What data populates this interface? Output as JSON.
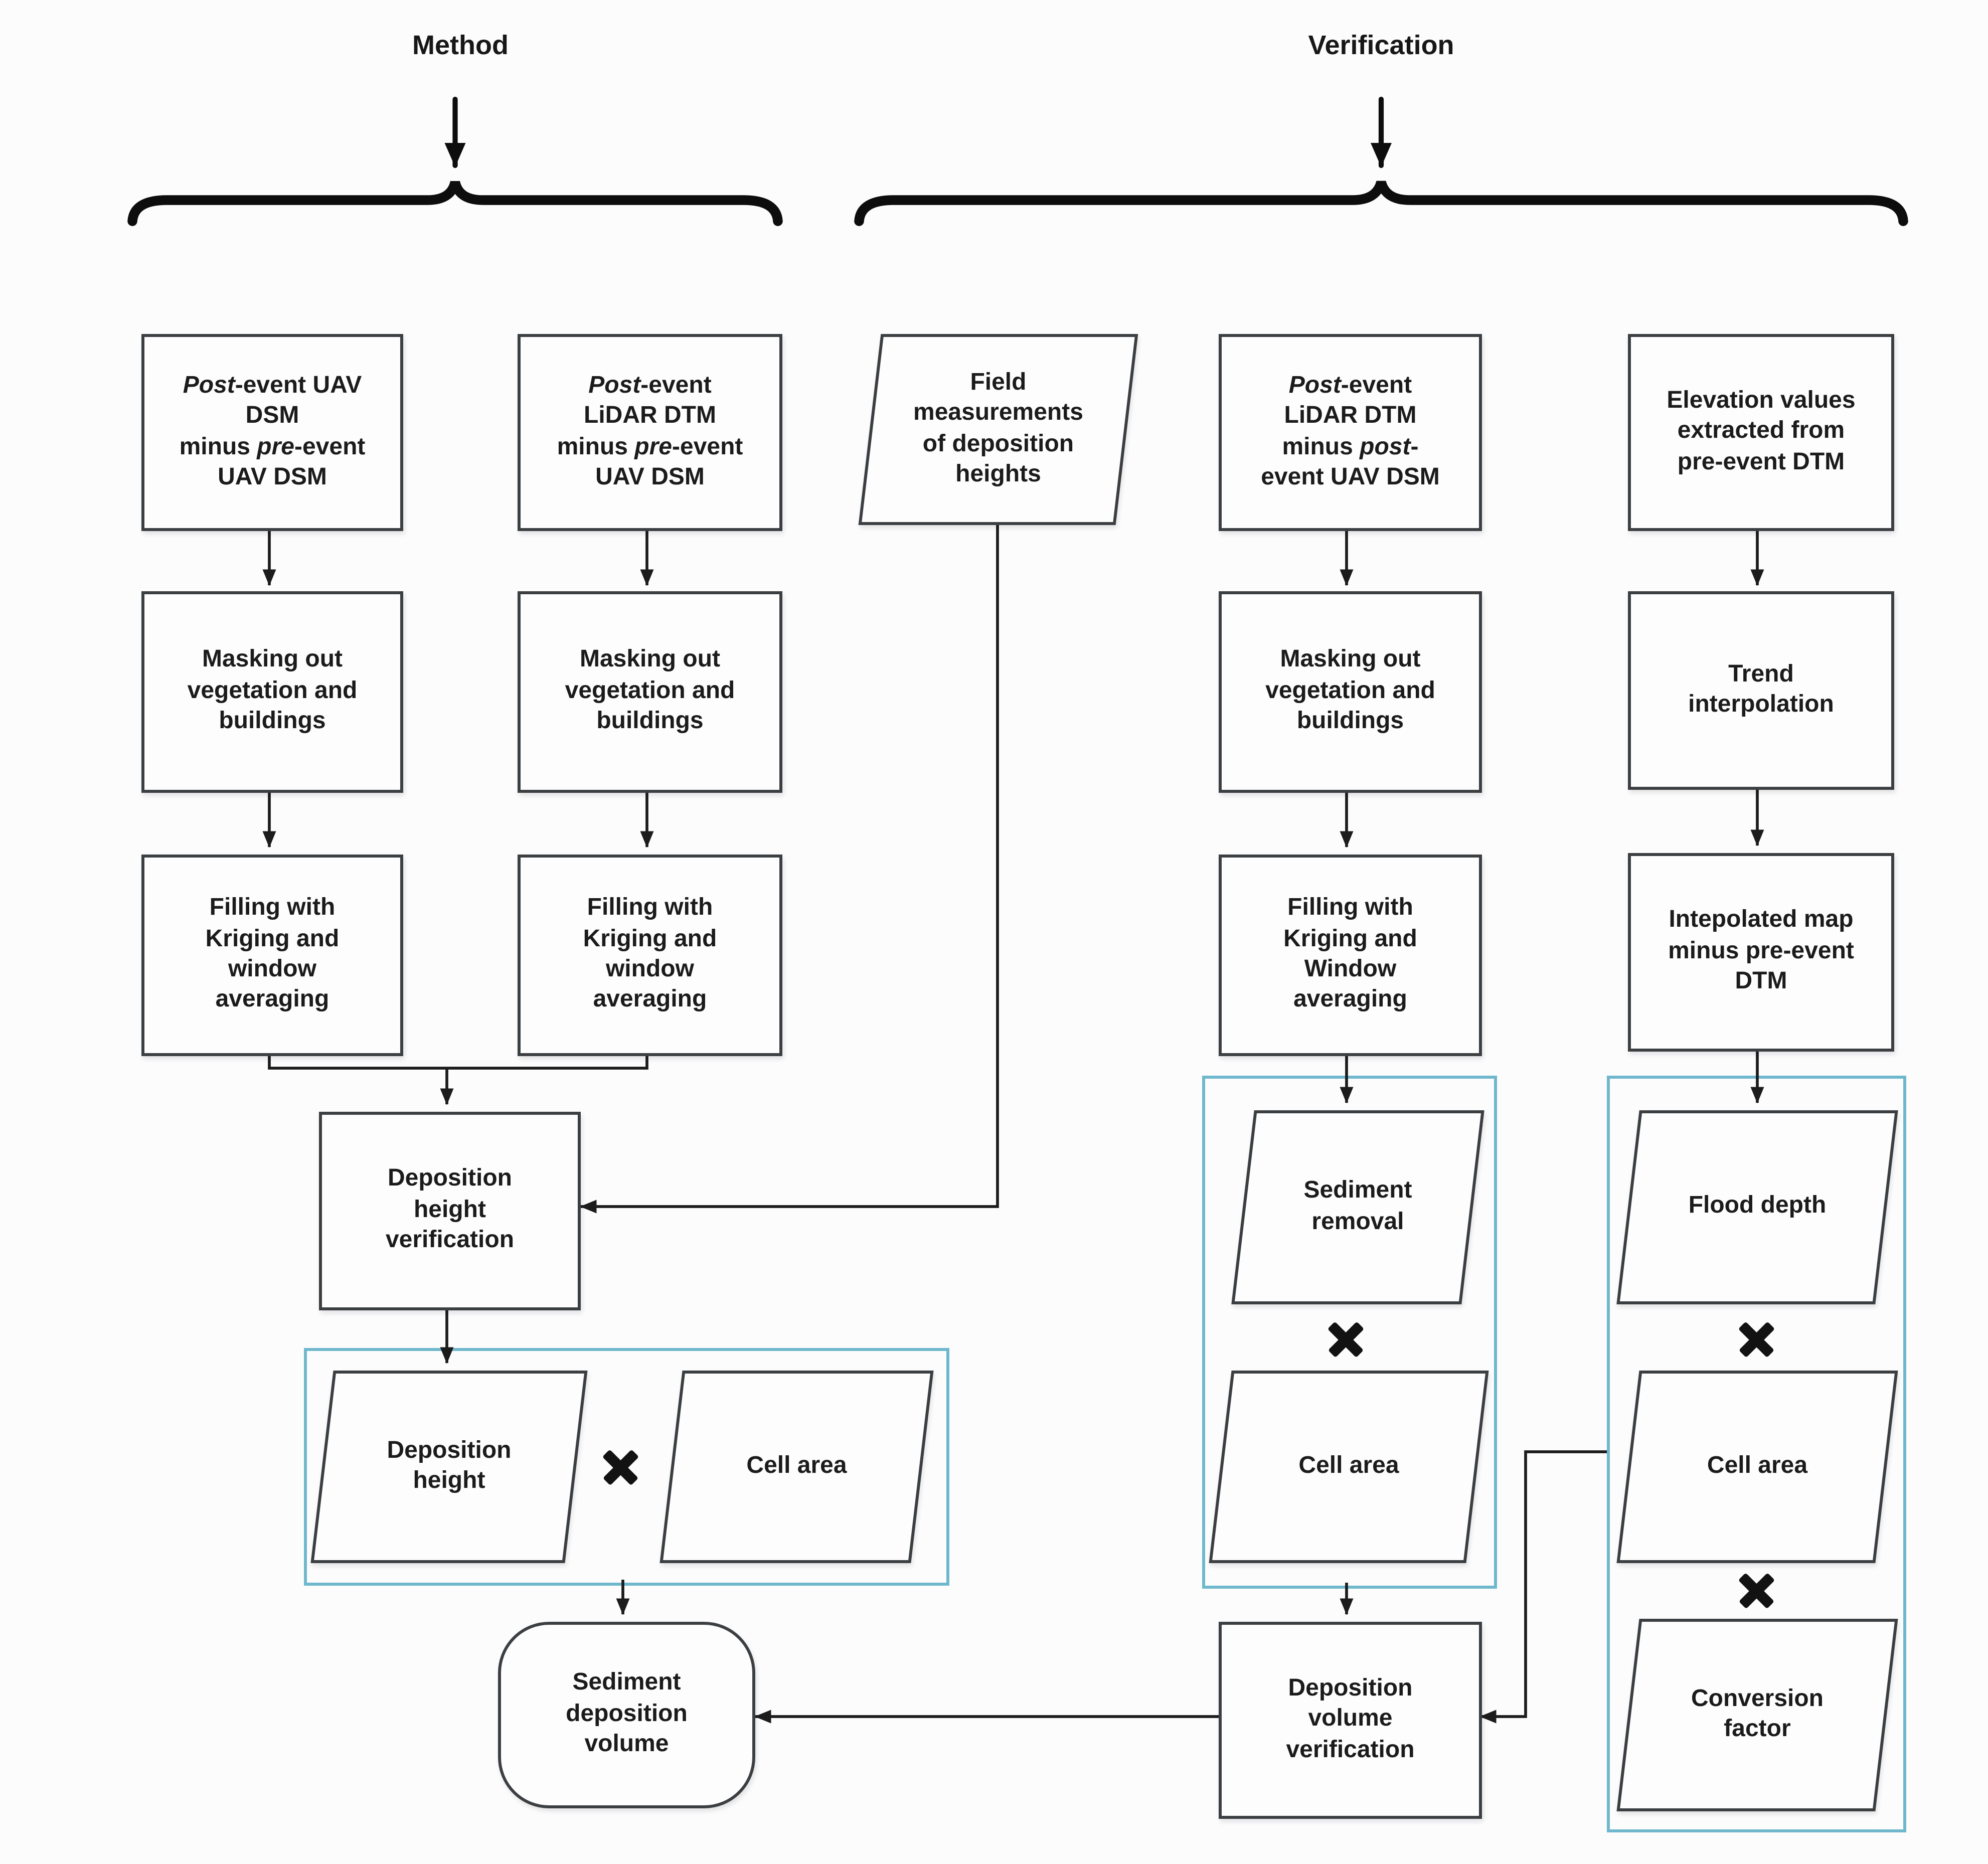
{
  "icons": {
    "multiply": "✖",
    "down_arrow": "↓",
    "brace": "curly-brace"
  },
  "colors": {
    "highlight_border": "#6fb7cc",
    "box_border": "#3c3f42",
    "line": "#1c1c1c",
    "text": "#1b1b1b"
  },
  "method": {
    "label": "Method",
    "col1": {
      "input_rich": [
        {
          "t": "Post",
          "i": true
        },
        {
          "t": "-event UAV\nDSM\nminus "
        },
        {
          "t": "pre",
          "i": true
        },
        {
          "t": "-event\nUAV DSM"
        }
      ],
      "masking": "Masking out\nvegetation and\nbuildings",
      "filling": "Filling with\nKriging and\nwindow\naveraging"
    },
    "col2": {
      "input_rich": [
        {
          "t": "Post",
          "i": true
        },
        {
          "t": "-event\nLiDAR DTM\nminus "
        },
        {
          "t": "pre",
          "i": true
        },
        {
          "t": "-event\nUAV DSM"
        }
      ],
      "masking": "Masking out\nvegetation and\nbuildings",
      "filling": "Filling with\nKriging and\nwindow\naveraging"
    },
    "height_verification": "Deposition\nheight\nverification",
    "deposition_height": "Deposition\nheight",
    "cell_area": "Cell area",
    "output": "Sediment\ndeposition\nvolume"
  },
  "verification": {
    "label": "Verification",
    "field_measurements": "Field\nmeasurements\nof deposition\nheights",
    "col4": {
      "input_rich": [
        {
          "t": "Post",
          "i": true
        },
        {
          "t": "-event\nLiDAR DTM\nminus "
        },
        {
          "t": "post",
          "i": true
        },
        {
          "t": "-\nevent UAV DSM"
        }
      ],
      "masking": "Masking out\nvegetation and\nbuildings",
      "filling": "Filling with\nKriging and\nWindow\naveraging",
      "sediment_removal": "Sediment\nremoval",
      "cell_area": "Cell area",
      "volume_verification": "Deposition\nvolume\nverification"
    },
    "col5": {
      "elevation": "Elevation values\nextracted from\npre-event DTM",
      "trend": "Trend\ninterpolation",
      "interpolated": "Intepolated map\nminus pre-event\nDTM",
      "flood_depth": "Flood depth",
      "cell_area": "Cell area",
      "conversion_factor": "Conversion\nfactor"
    }
  }
}
